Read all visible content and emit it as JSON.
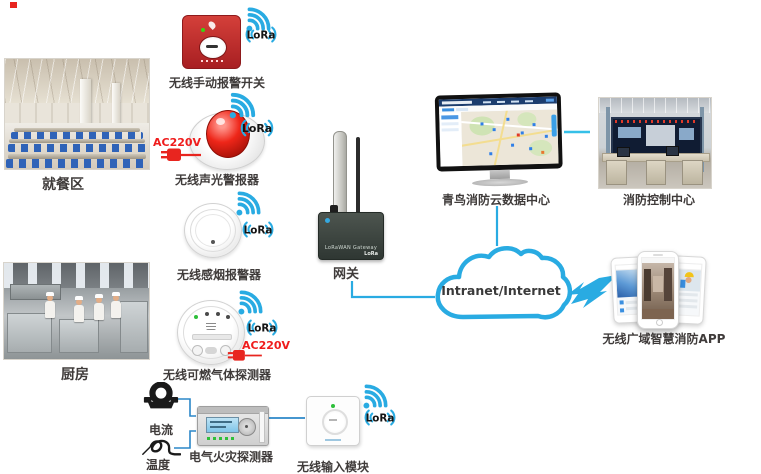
{
  "areas": {
    "dining": {
      "label": "就餐区"
    },
    "kitchen": {
      "label": "厨房"
    }
  },
  "devices": {
    "manual_alarm": {
      "label": "无线手动报警开关"
    },
    "sound_light_alarm": {
      "label": "无线声光警报器",
      "power": "AC220V"
    },
    "smoke_detector": {
      "label": "无线感烟报警器"
    },
    "gas_detector": {
      "label": "无线可燃气体探测器",
      "power": "AC220V"
    },
    "electrical_fire_detector": {
      "label": "电气火灾探测器",
      "inputs": {
        "current": "电流",
        "temperature": "温度"
      }
    },
    "wireless_input_module": {
      "label": "无线输入模块"
    }
  },
  "gateway": {
    "label": "网关",
    "device_text": "LoRaWAN Gateway"
  },
  "network": {
    "cloud_label": "Intranet/Internet"
  },
  "cloud_data_center": {
    "label": "青鸟消防云数据中心"
  },
  "fire_control_center": {
    "label": "消防控制中心"
  },
  "mobile_app": {
    "label": "无线广域智慧消防APP"
  },
  "branding": {
    "lora": "LoRa"
  },
  "colors": {
    "accent_blue": "#29abe2",
    "alert_red": "#e8251f",
    "label_text": "#3f3b3a"
  }
}
